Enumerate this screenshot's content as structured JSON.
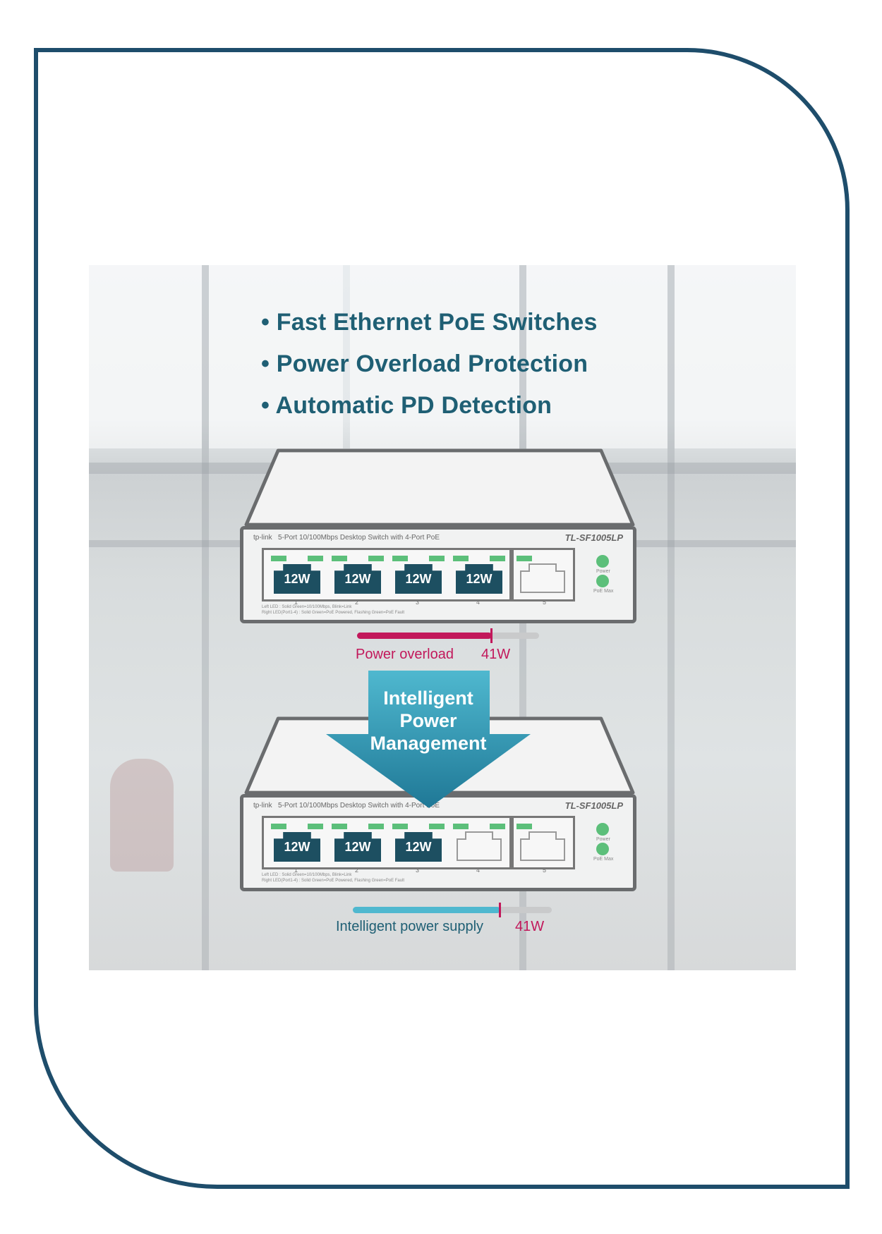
{
  "features": [
    "• Fast Ethernet PoE Switches",
    "• Power Overload Protection",
    "• Automatic PD Detection"
  ],
  "switch_top": {
    "brand": "tp-link",
    "description": "5-Port 10/100Mbps Desktop Switch with 4-Port PoE",
    "model": "TL-SF1005LP",
    "ports": [
      "12W",
      "12W",
      "12W",
      "12W"
    ],
    "port_numbers": [
      "1",
      "2",
      "3",
      "4",
      "5"
    ],
    "led_labels": [
      "Power",
      "PoE Max"
    ],
    "fine_print": [
      "Left LED : Solid Green=10/100Mbps, Blink=Link",
      "Right LED(Port1-4) : Solid Green=PoE Powered, Flashing Green=PoE Fault"
    ]
  },
  "overload": {
    "label": "Power overload",
    "value": "41W",
    "fill_fraction": 0.74,
    "color": "#c2185b"
  },
  "arrow_text": {
    "line1": "Intelligent",
    "line2": "Power",
    "line3": "Management"
  },
  "switch_bottom": {
    "brand": "tp-link",
    "description": "5-Port 10/100Mbps Desktop Switch with 4-Port PoE",
    "model": "TL-SF1005LP",
    "ports": [
      "12W",
      "12W",
      "12W",
      ""
    ],
    "port_numbers": [
      "1",
      "2",
      "3",
      "4",
      "5"
    ],
    "led_labels": [
      "Power",
      "PoE Max"
    ],
    "fine_print": [
      "Left LED : Solid Green=10/100Mbps, Blink=Link",
      "Right LED(Port1-4) : Solid Green=PoE Powered, Flashing Green=PoE Fault"
    ]
  },
  "intelligent": {
    "label": "Intelligent power supply",
    "value": "41W",
    "fill_fraction": 0.74,
    "color": "#4fb8cf"
  },
  "colors": {
    "frame": "#1e4d6b",
    "heading": "#1f5f74",
    "arrow": "#2a8ca8",
    "led": "#5cbf7a",
    "overload": "#c2185b"
  }
}
